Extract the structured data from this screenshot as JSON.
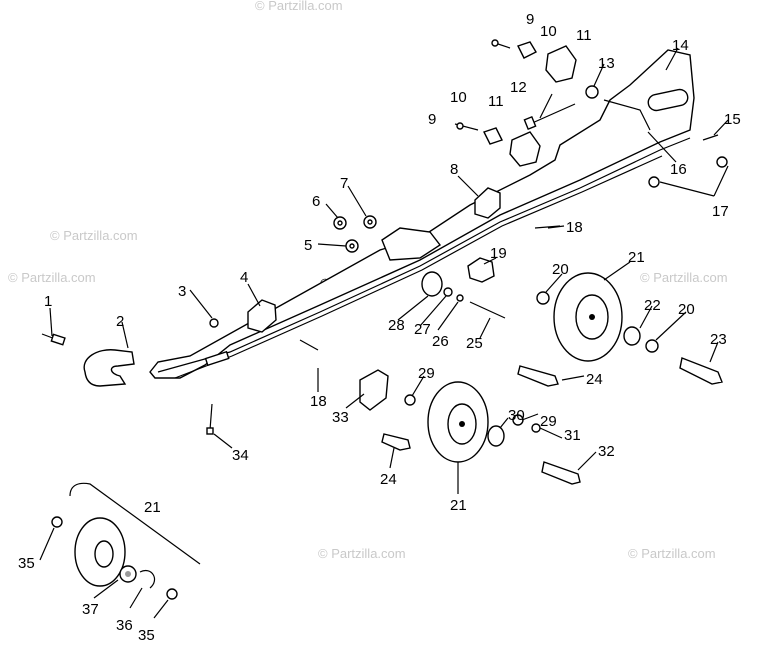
{
  "watermarks": [
    "© Partzilla.com",
    "© Partzilla.com",
    "© Partzilla.com",
    "© Partzilla.com",
    "© Partzilla.com",
    "© Partzilla.com",
    "© Partzilla.com"
  ],
  "callouts": [
    "1",
    "2",
    "3",
    "4",
    "5",
    "6",
    "7",
    "8",
    "9",
    "10",
    "11",
    "9",
    "10",
    "11",
    "12",
    "13",
    "14",
    "15",
    "16",
    "17",
    "18",
    "18",
    "19",
    "20",
    "21",
    "22",
    "20",
    "23",
    "24",
    "25",
    "26",
    "27",
    "28",
    "29",
    "30",
    "29",
    "31",
    "32",
    "33",
    "24",
    "21",
    "34",
    "21",
    "35",
    "37",
    "36",
    "35"
  ]
}
